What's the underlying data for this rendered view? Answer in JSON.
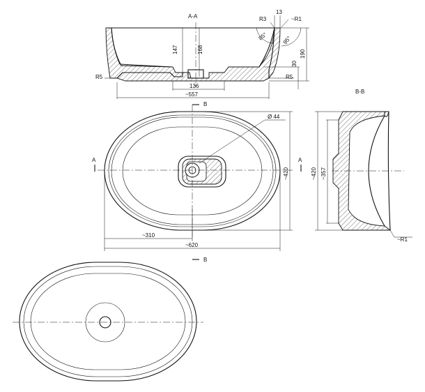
{
  "section_aa": {
    "title": "A-A",
    "dims": {
      "r3": "R3",
      "d13": "13",
      "r1": "~R1",
      "a85": "85°",
      "a95": "95°",
      "d147": "147",
      "d168": "168",
      "d190": "190",
      "d30": "30",
      "r5_left": "R5",
      "r5_right": "R5",
      "d136": "136",
      "d557": "~557"
    }
  },
  "top_view": {
    "b_top": "B",
    "b_bottom": "B",
    "a_left": "A",
    "a_right": "A",
    "dia44": "Ø 44",
    "d420": "~420",
    "d310": "~310",
    "d620": "~620"
  },
  "section_bb": {
    "title": "B-B",
    "d420": "~420",
    "d357": "~357",
    "r1": "~R1"
  }
}
